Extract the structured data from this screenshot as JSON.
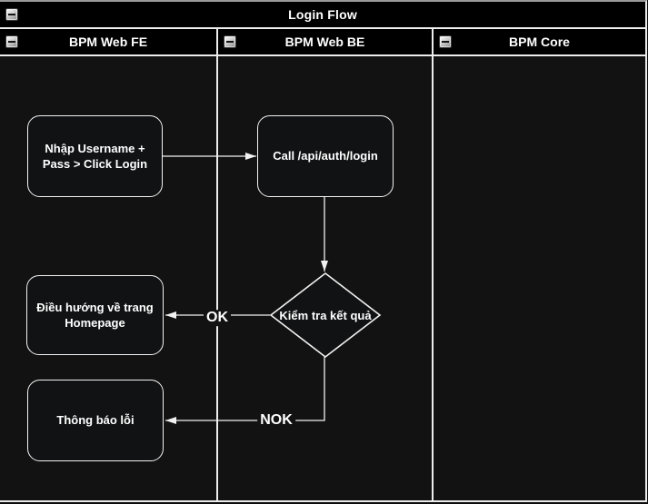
{
  "pool": {
    "title": "Login Flow"
  },
  "lanes": [
    {
      "label": "BPM Web FE"
    },
    {
      "label": "BPM Web BE"
    },
    {
      "label": "BPM Core"
    }
  ],
  "nodes": {
    "enter_credentials": {
      "label": "Nhập Username +\nPass > Click Login"
    },
    "call_login_api": {
      "label": "Call /api/auth/login"
    },
    "check_result": {
      "label": "Kiểm tra kết quả"
    },
    "redirect_homepage": {
      "label": "Điều hướng về trang\nHomepage"
    },
    "error_message": {
      "label": "Thông báo lỗi"
    }
  },
  "edges": {
    "ok": {
      "label": "OK"
    },
    "nok": {
      "label": "NOK"
    }
  },
  "colors": {
    "canvas_bg": "#0c0c0c",
    "lane_bg": "#121212",
    "header_bg": "#000000",
    "border": "#ededed",
    "connector": "#f2f2f2",
    "text": "#ffffff"
  }
}
